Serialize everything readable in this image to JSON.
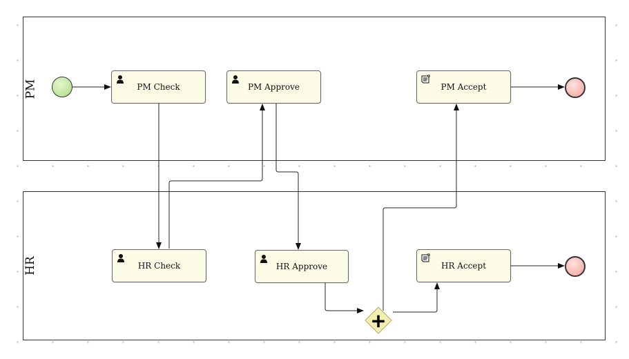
{
  "lanes": {
    "pm": {
      "label": "PM"
    },
    "hr": {
      "label": "HR"
    }
  },
  "tasks": {
    "pm_check": {
      "label": "PM Check",
      "icon": "user-icon"
    },
    "pm_approve": {
      "label": "PM Approve",
      "icon": "user-icon"
    },
    "pm_accept": {
      "label": "PM Accept",
      "icon": "script-icon"
    },
    "hr_check": {
      "label": "HR Check",
      "icon": "user-icon"
    },
    "hr_approve": {
      "label": "HR Approve",
      "icon": "user-icon"
    },
    "hr_accept": {
      "label": "HR Accept",
      "icon": "script-icon"
    }
  },
  "gateway": {
    "type": "parallel",
    "icon": "plus-icon"
  },
  "colors": {
    "task_fill": "#fbfbe6",
    "start_fill": "#a9da7e",
    "end_fill": "#f2a19a",
    "gateway_fill": "#f4edb1"
  }
}
